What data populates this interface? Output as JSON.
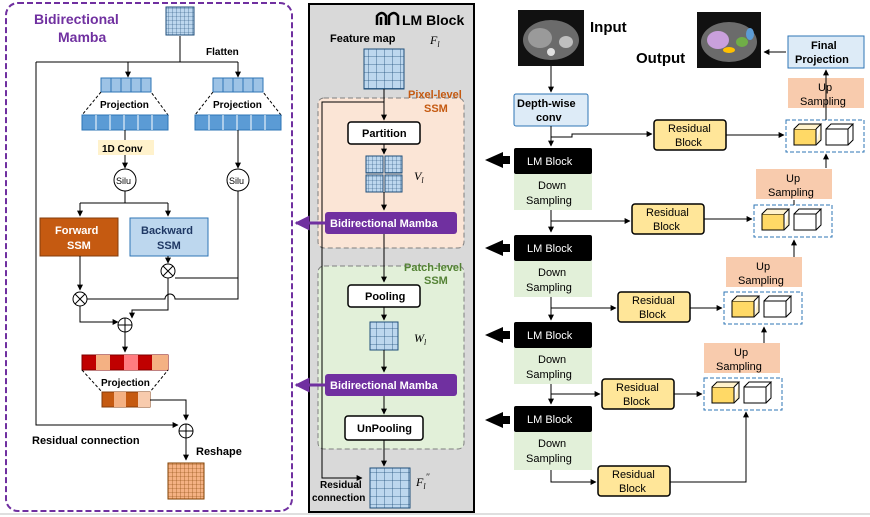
{
  "left_panel": {
    "title_line1": "Bidirectional",
    "title_line2": "Mamba",
    "flatten": "Flatten",
    "projection_left": "Projection",
    "projection_right": "Projection",
    "conv": "1D Conv",
    "silu_left": "Silu",
    "silu_right": "Silu",
    "forward_line1": "Forward",
    "forward_line2": "SSM",
    "backward_line1": "Backward",
    "backward_line2": "SSM",
    "projection_bottom": "Projection",
    "residual": "Residual connection",
    "reshape": "Reshape"
  },
  "middle_panel": {
    "title": "LM Block",
    "feature_map": "Feature map",
    "fl": "F",
    "fl_sub": "l",
    "pixel_level_line1": "Pixel-level",
    "pixel_level_line2": "SSM",
    "partition": "Partition",
    "vl": "V",
    "vl_sub": "l",
    "bimamba1": "Bidirectional Mamba",
    "patch_level_line1": "Patch-level",
    "patch_level_line2": "SSM",
    "pooling": "Pooling",
    "wl": "W",
    "wl_sub": "l",
    "bimamba2": "Bidirectional Mamba",
    "unpooling": "UnPooling",
    "residual_line1": "Residual",
    "residual_line2": "connection",
    "fout": "F",
    "fout_sub": "l",
    "fout_sup": "′′"
  },
  "right_panel": {
    "input": "Input",
    "output": "Output",
    "final_line1": "Final",
    "final_line2": "Projection",
    "depthwise_line1": "Depth-wise",
    "depthwise_line2": "conv",
    "lm_block": "LM Block",
    "down_line1": "Down",
    "down_line2": "Sampling",
    "residual_line1": "Residual",
    "residual_line2": "Block",
    "up_line1": "Up",
    "up_line2": "Sampling"
  },
  "colors": {
    "purple": "#7030a0",
    "orange_text": "#c55a11",
    "green_text": "#548235",
    "forward_ssm": "#c55a11",
    "backward_ssm": "#bdd7ee",
    "residual_block": "#ffe699",
    "up_sampling": "#f8cbad",
    "down_sampling": "#e2f0d9",
    "blue_box": "#ddebf7"
  }
}
